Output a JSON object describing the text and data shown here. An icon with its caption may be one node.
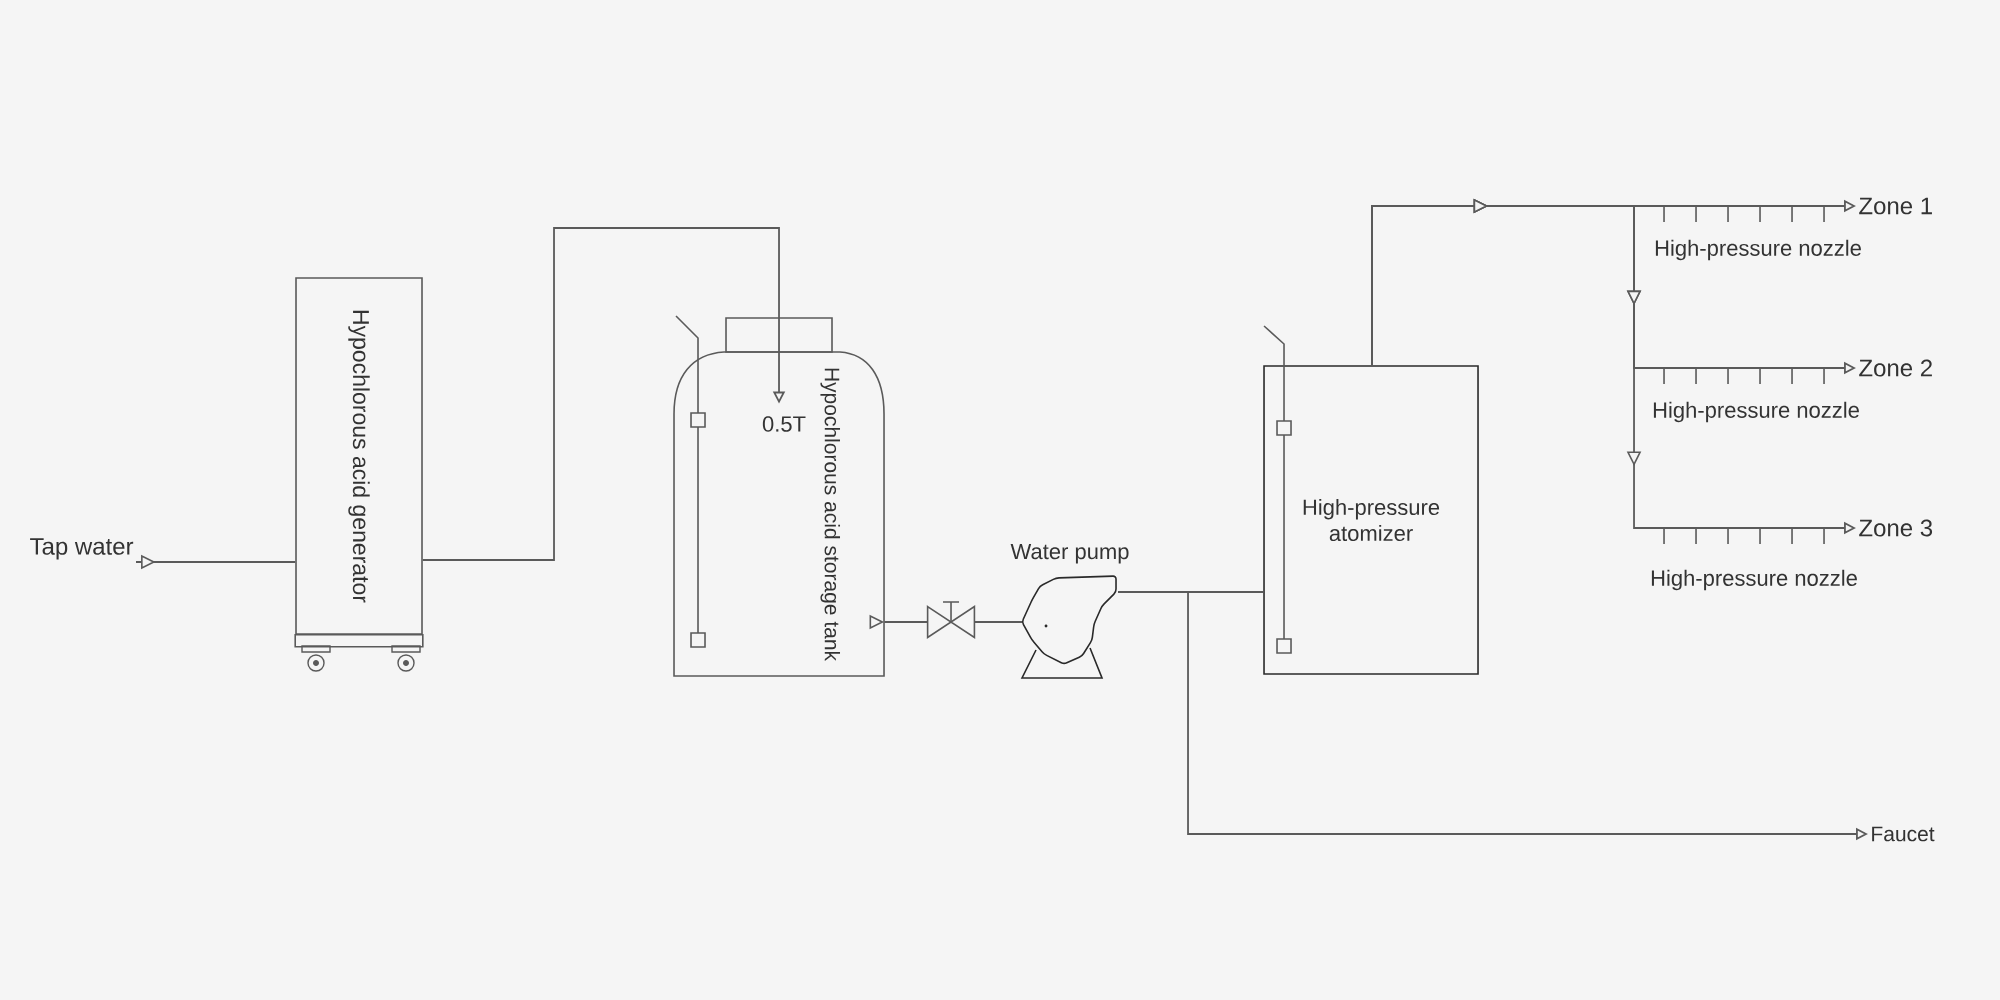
{
  "diagram": {
    "nodes": [
      {
        "text": [
          "Tap water"
        ]
      },
      {
        "text": [
          "Hypochlorous acid generator"
        ]
      },
      {
        "text": [
          "Hypochlorous acid storage tank"
        ]
      },
      {
        "text": [],
        "shape": "valve"
      },
      {
        "text": [
          "Water pump"
        ]
      },
      {
        "text": [
          "High-pressure atomizer"
        ]
      },
      {
        "text": [
          "Zone 1"
        ]
      },
      {
        "text": [
          "Zone 2"
        ]
      },
      {
        "text": [
          "Zone 3"
        ]
      },
      {
        "text": [
          "Faucet"
        ]
      }
    ],
    "edges": [
      {
        "from": 0,
        "to": 1,
        "arrow": "to"
      },
      {
        "from": 1,
        "to": 2,
        "arrow": "to"
      },
      {
        "from": 2,
        "to": 3,
        "arrow": "to"
      },
      {
        "from": 3,
        "to": 4,
        "arrow": "none"
      },
      {
        "from": 4,
        "to": 5,
        "arrow": "none"
      },
      {
        "from": 4,
        "to": 9,
        "arrow": "to"
      },
      {
        "from": 5,
        "to": 6,
        "arrow": "to"
      },
      {
        "from": 5,
        "to": 7,
        "arrow": "to"
      },
      {
        "from": 5,
        "to": 8,
        "arrow": "to"
      }
    ],
    "labels": [
      "0.5T",
      "High-pressure nozzle",
      "High-pressure nozzle",
      "High-pressure nozzle"
    ]
  }
}
